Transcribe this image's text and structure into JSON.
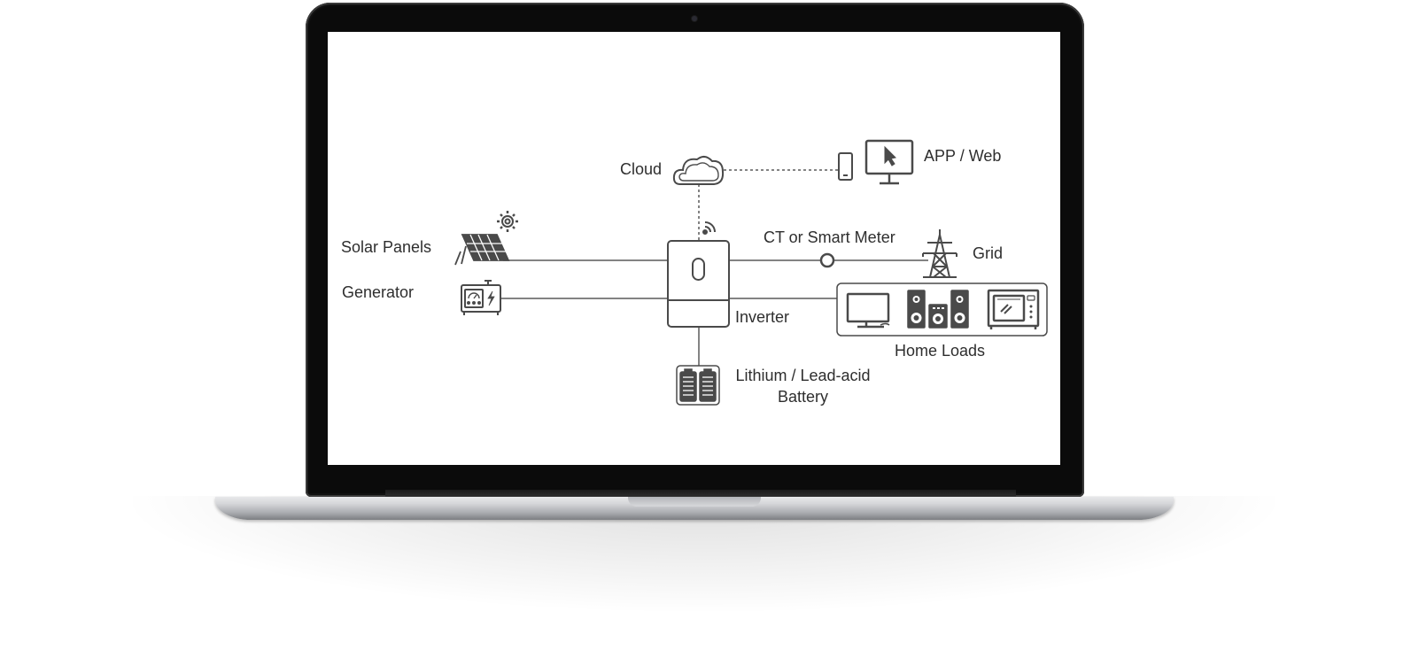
{
  "diagram": {
    "nodes": {
      "cloud": "Cloud",
      "app_web": "APP / Web",
      "solar": "Solar Panels",
      "generator": "Generator",
      "meter": "CT or Smart Meter",
      "grid": "Grid",
      "inverter": "Inverter",
      "home_loads": "Home Loads",
      "battery_line1": "Lithium / Lead-acid",
      "battery_line2": "Battery"
    },
    "edges": [
      {
        "from": "cloud",
        "to": "app_web",
        "style": "dashed"
      },
      {
        "from": "inverter",
        "to": "cloud",
        "style": "dashed"
      },
      {
        "from": "solar",
        "to": "inverter",
        "style": "solid"
      },
      {
        "from": "generator",
        "to": "inverter",
        "style": "solid"
      },
      {
        "from": "inverter",
        "to": "meter",
        "style": "solid"
      },
      {
        "from": "meter",
        "to": "grid",
        "style": "solid"
      },
      {
        "from": "inverter",
        "to": "home_loads",
        "style": "solid"
      },
      {
        "from": "inverter",
        "to": "battery",
        "style": "solid"
      }
    ],
    "colors": {
      "stroke": "#555555",
      "text": "#2e2e2e",
      "icon": "#4a4a4a"
    }
  }
}
